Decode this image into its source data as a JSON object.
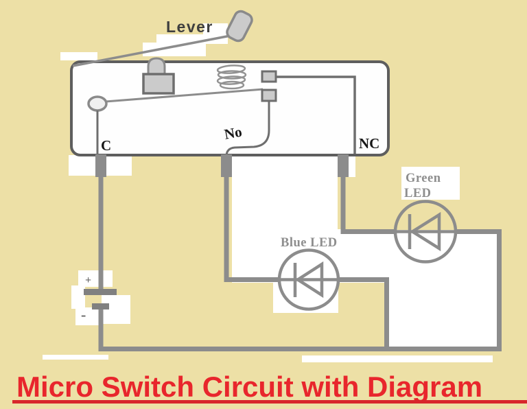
{
  "title": {
    "text": "Micro Switch Circuit with Diagram"
  },
  "switch": {
    "lever_label": "Lever",
    "terminals": {
      "common": "C",
      "normally_open": "No",
      "normally_closed": "NC"
    }
  },
  "components": {
    "blue_led_label": "Blue LED",
    "green_led_label_line1": "Green",
    "green_led_label_line2": "LED",
    "battery_positive": "+",
    "battery_negative": "-"
  },
  "colors": {
    "background": "#EDE0A6",
    "white_patch": "#FFFFFF",
    "wire": "#8C8C8C",
    "outline": "#5E5E5E",
    "inner_line": "#6E6E6E",
    "component_fill": "#CBCBCB",
    "label_text": "#171717",
    "led_label_text": "#8E8E8E",
    "lever_label_text": "#3F3F3F",
    "title_red": "#E8262C",
    "underline_red": "#D8262B"
  }
}
